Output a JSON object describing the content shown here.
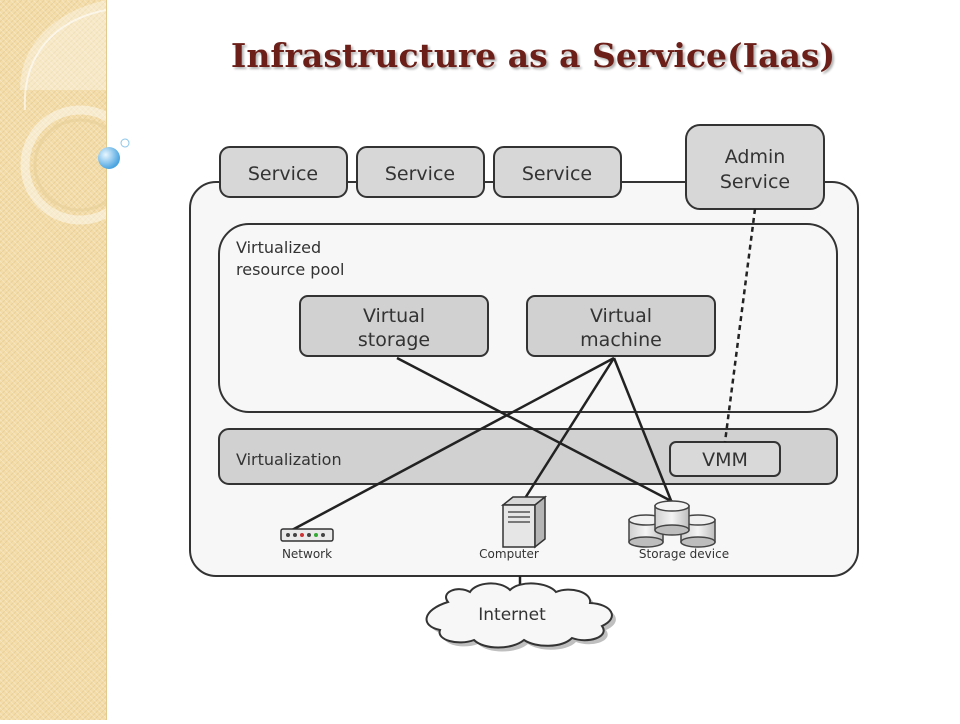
{
  "slide": {
    "title": "Infrastructure as a Service(Iaas)"
  },
  "diagram": {
    "services": [
      "Service",
      "Service",
      "Service"
    ],
    "admin_service": [
      "Admin",
      "Service"
    ],
    "pool_label": [
      "Virtualized",
      "resource pool"
    ],
    "virtual_storage": [
      "Virtual",
      "storage"
    ],
    "virtual_machine": [
      "Virtual",
      "machine"
    ],
    "virtualization_label": "Virtualization",
    "vmm_label": "VMM",
    "network_label": "Network",
    "computer_label": "Computer",
    "storage_device_label": "Storage device",
    "internet_label": "Internet"
  }
}
